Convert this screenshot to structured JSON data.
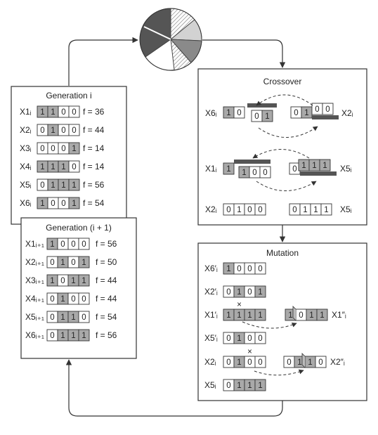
{
  "generation_i": {
    "title": "Generation i",
    "rows": [
      {
        "label": "X1ᵢ",
        "bits": [
          "1",
          "1",
          "0",
          "0"
        ],
        "shade": [
          1,
          1,
          0,
          0
        ],
        "fitness": "f = 36"
      },
      {
        "label": "X2ᵢ",
        "bits": [
          "0",
          "1",
          "0",
          "0"
        ],
        "shade": [
          0,
          1,
          0,
          0
        ],
        "fitness": "f = 44"
      },
      {
        "label": "X3ᵢ",
        "bits": [
          "0",
          "0",
          "0",
          "1"
        ],
        "shade": [
          0,
          0,
          0,
          1
        ],
        "fitness": "f = 14"
      },
      {
        "label": "X4ᵢ",
        "bits": [
          "1",
          "1",
          "1",
          "0"
        ],
        "shade": [
          1,
          1,
          1,
          0
        ],
        "fitness": "f = 14"
      },
      {
        "label": "X5ᵢ",
        "bits": [
          "0",
          "1",
          "1",
          "1"
        ],
        "shade": [
          0,
          1,
          1,
          1
        ],
        "fitness": "f = 56"
      },
      {
        "label": "X6ᵢ",
        "bits": [
          "1",
          "0",
          "0",
          "1"
        ],
        "shade": [
          1,
          0,
          0,
          1
        ],
        "fitness": "f = 54"
      }
    ]
  },
  "generation_next": {
    "title": "Generation (i + 1)",
    "rows": [
      {
        "label": "X1ᵢ₊₁",
        "bits": [
          "1",
          "0",
          "0",
          "0"
        ],
        "shade": [
          1,
          0,
          0,
          0
        ],
        "fitness": "f = 56"
      },
      {
        "label": "X2ᵢ₊₁",
        "bits": [
          "0",
          "1",
          "0",
          "1"
        ],
        "shade": [
          0,
          1,
          0,
          1
        ],
        "fitness": "f = 50"
      },
      {
        "label": "X3ᵢ₊₁",
        "bits": [
          "1",
          "0",
          "1",
          "1"
        ],
        "shade": [
          1,
          0,
          1,
          1
        ],
        "fitness": "f = 44"
      },
      {
        "label": "X4ᵢ₊₁",
        "bits": [
          "0",
          "1",
          "0",
          "0"
        ],
        "shade": [
          0,
          1,
          0,
          0
        ],
        "fitness": "f = 44"
      },
      {
        "label": "X5ᵢ₊₁",
        "bits": [
          "0",
          "1",
          "1",
          "0"
        ],
        "shade": [
          0,
          1,
          1,
          0
        ],
        "fitness": "f = 54"
      },
      {
        "label": "X6ᵢ₊₁",
        "bits": [
          "0",
          "1",
          "1",
          "1"
        ],
        "shade": [
          0,
          1,
          1,
          1
        ],
        "fitness": "f = 56"
      }
    ]
  },
  "crossover": {
    "title": "Crossover",
    "pairs": [
      {
        "left": "X6ᵢ",
        "right": "X2ᵢ",
        "left_bits": [
          "1",
          "0",
          "0",
          "1"
        ],
        "right_bits": [
          "0",
          "1",
          "0",
          "0"
        ]
      },
      {
        "left": "X1ᵢ",
        "right": "X5ᵢ",
        "left_bits": [
          "1",
          "1",
          "0",
          "0"
        ],
        "right_bits": [
          "0",
          "1",
          "1",
          "1"
        ]
      },
      {
        "left": "X2ᵢ",
        "right": "X5ᵢ",
        "left_bits": [
          "0",
          "1",
          "0",
          "0"
        ],
        "right_bits": [
          "0",
          "1",
          "1",
          "1"
        ]
      }
    ]
  },
  "mutation": {
    "title": "Mutation",
    "rows": [
      {
        "label": "X6′ᵢ",
        "bits": [
          "1",
          "0",
          "0",
          "0"
        ],
        "shade": [
          1,
          0,
          0,
          0
        ]
      },
      {
        "label": "X2′ᵢ",
        "bits": [
          "0",
          "1",
          "0",
          "1"
        ],
        "shade": [
          0,
          1,
          0,
          1
        ]
      },
      {
        "label": "X1′ᵢ",
        "bits": [
          "1",
          "1",
          "1",
          "1"
        ],
        "shade": [
          1,
          1,
          1,
          1
        ],
        "mutated_label": "X1″ᵢ",
        "mutated_bits": [
          "1",
          "0",
          "1",
          "1"
        ]
      },
      {
        "label": "X5′ᵢ",
        "bits": [
          "0",
          "1",
          "0",
          "0"
        ],
        "shade": [
          0,
          1,
          0,
          0
        ]
      },
      {
        "label": "X2ᵢ",
        "bits": [
          "0",
          "1",
          "0",
          "0"
        ],
        "shade": [
          0,
          1,
          0,
          0
        ],
        "mutated_label": "X2″ᵢ",
        "mutated_bits": [
          "0",
          "1",
          "1",
          "0"
        ]
      },
      {
        "label": "X5ᵢ",
        "bits": [
          "0",
          "1",
          "1",
          "1"
        ],
        "shade": [
          0,
          1,
          1,
          1
        ]
      }
    ],
    "marker": "×"
  },
  "colors": {
    "shade": "#a9a9a9",
    "dark": "#555555",
    "line": "#333333"
  }
}
